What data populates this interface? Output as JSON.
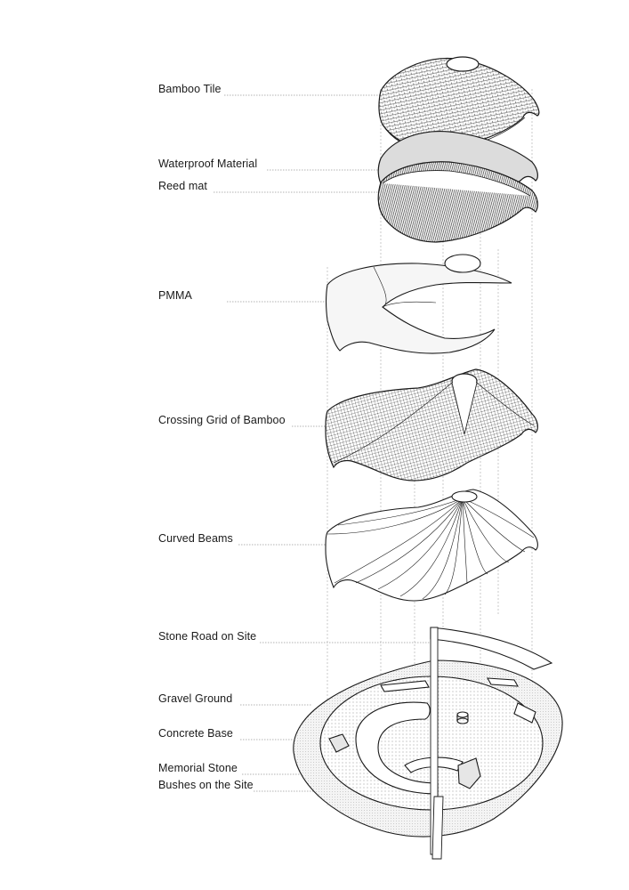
{
  "diagram": {
    "layers": [
      {
        "id": "bamboo-tile",
        "label": "Bamboo Tile"
      },
      {
        "id": "waterproof-material",
        "label": "Waterproof Material"
      },
      {
        "id": "reed-mat",
        "label": "Reed mat"
      },
      {
        "id": "pmma",
        "label": "PMMA"
      },
      {
        "id": "crossing-grid",
        "label": "Crossing Grid of Bamboo"
      },
      {
        "id": "curved-beams",
        "label": "Curved Beams"
      },
      {
        "id": "stone-road",
        "label": "Stone Road on Site"
      },
      {
        "id": "gravel-ground",
        "label": "Gravel Ground"
      },
      {
        "id": "concrete-base",
        "label": "Concrete Base"
      },
      {
        "id": "memorial-stone",
        "label": "Memorial Stone"
      },
      {
        "id": "bushes",
        "label": "Bushes on the Site"
      }
    ],
    "colors": {
      "line": "#1a1a1a",
      "leader": "#9a9a9a",
      "membrane": "#dcdcdc",
      "hatch": "#5a5a5a",
      "ground": "#eeeeee"
    }
  }
}
